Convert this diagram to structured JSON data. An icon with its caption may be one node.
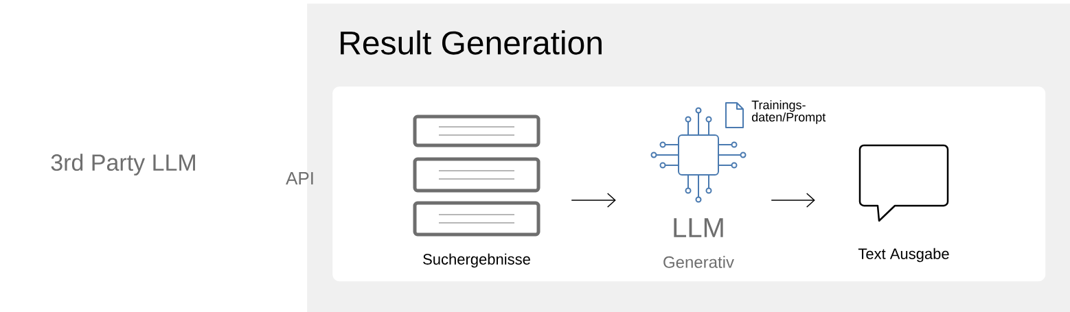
{
  "diagram": {
    "nodes": [
      {
        "text": [
          "Result Generation"
        ]
      },
      {
        "text": [],
        "shape": "box",
        "in": 0
      },
      {
        "text": [
          "Suchergebnisse"
        ],
        "in": 1
      },
      {
        "text": [
          "LLM",
          "Generativ"
        ],
        "in": 1
      },
      {
        "text": [
          "Text Ausgabe"
        ],
        "in": 1
      }
    ],
    "edges": [
      {
        "from": 2,
        "to": 3,
        "arrow": "to"
      },
      {
        "from": 3,
        "to": 4,
        "arrow": "to"
      }
    ],
    "labels": [
      "3rd Party LLM",
      "API",
      "Trainings- daten/Prompt"
    ]
  }
}
